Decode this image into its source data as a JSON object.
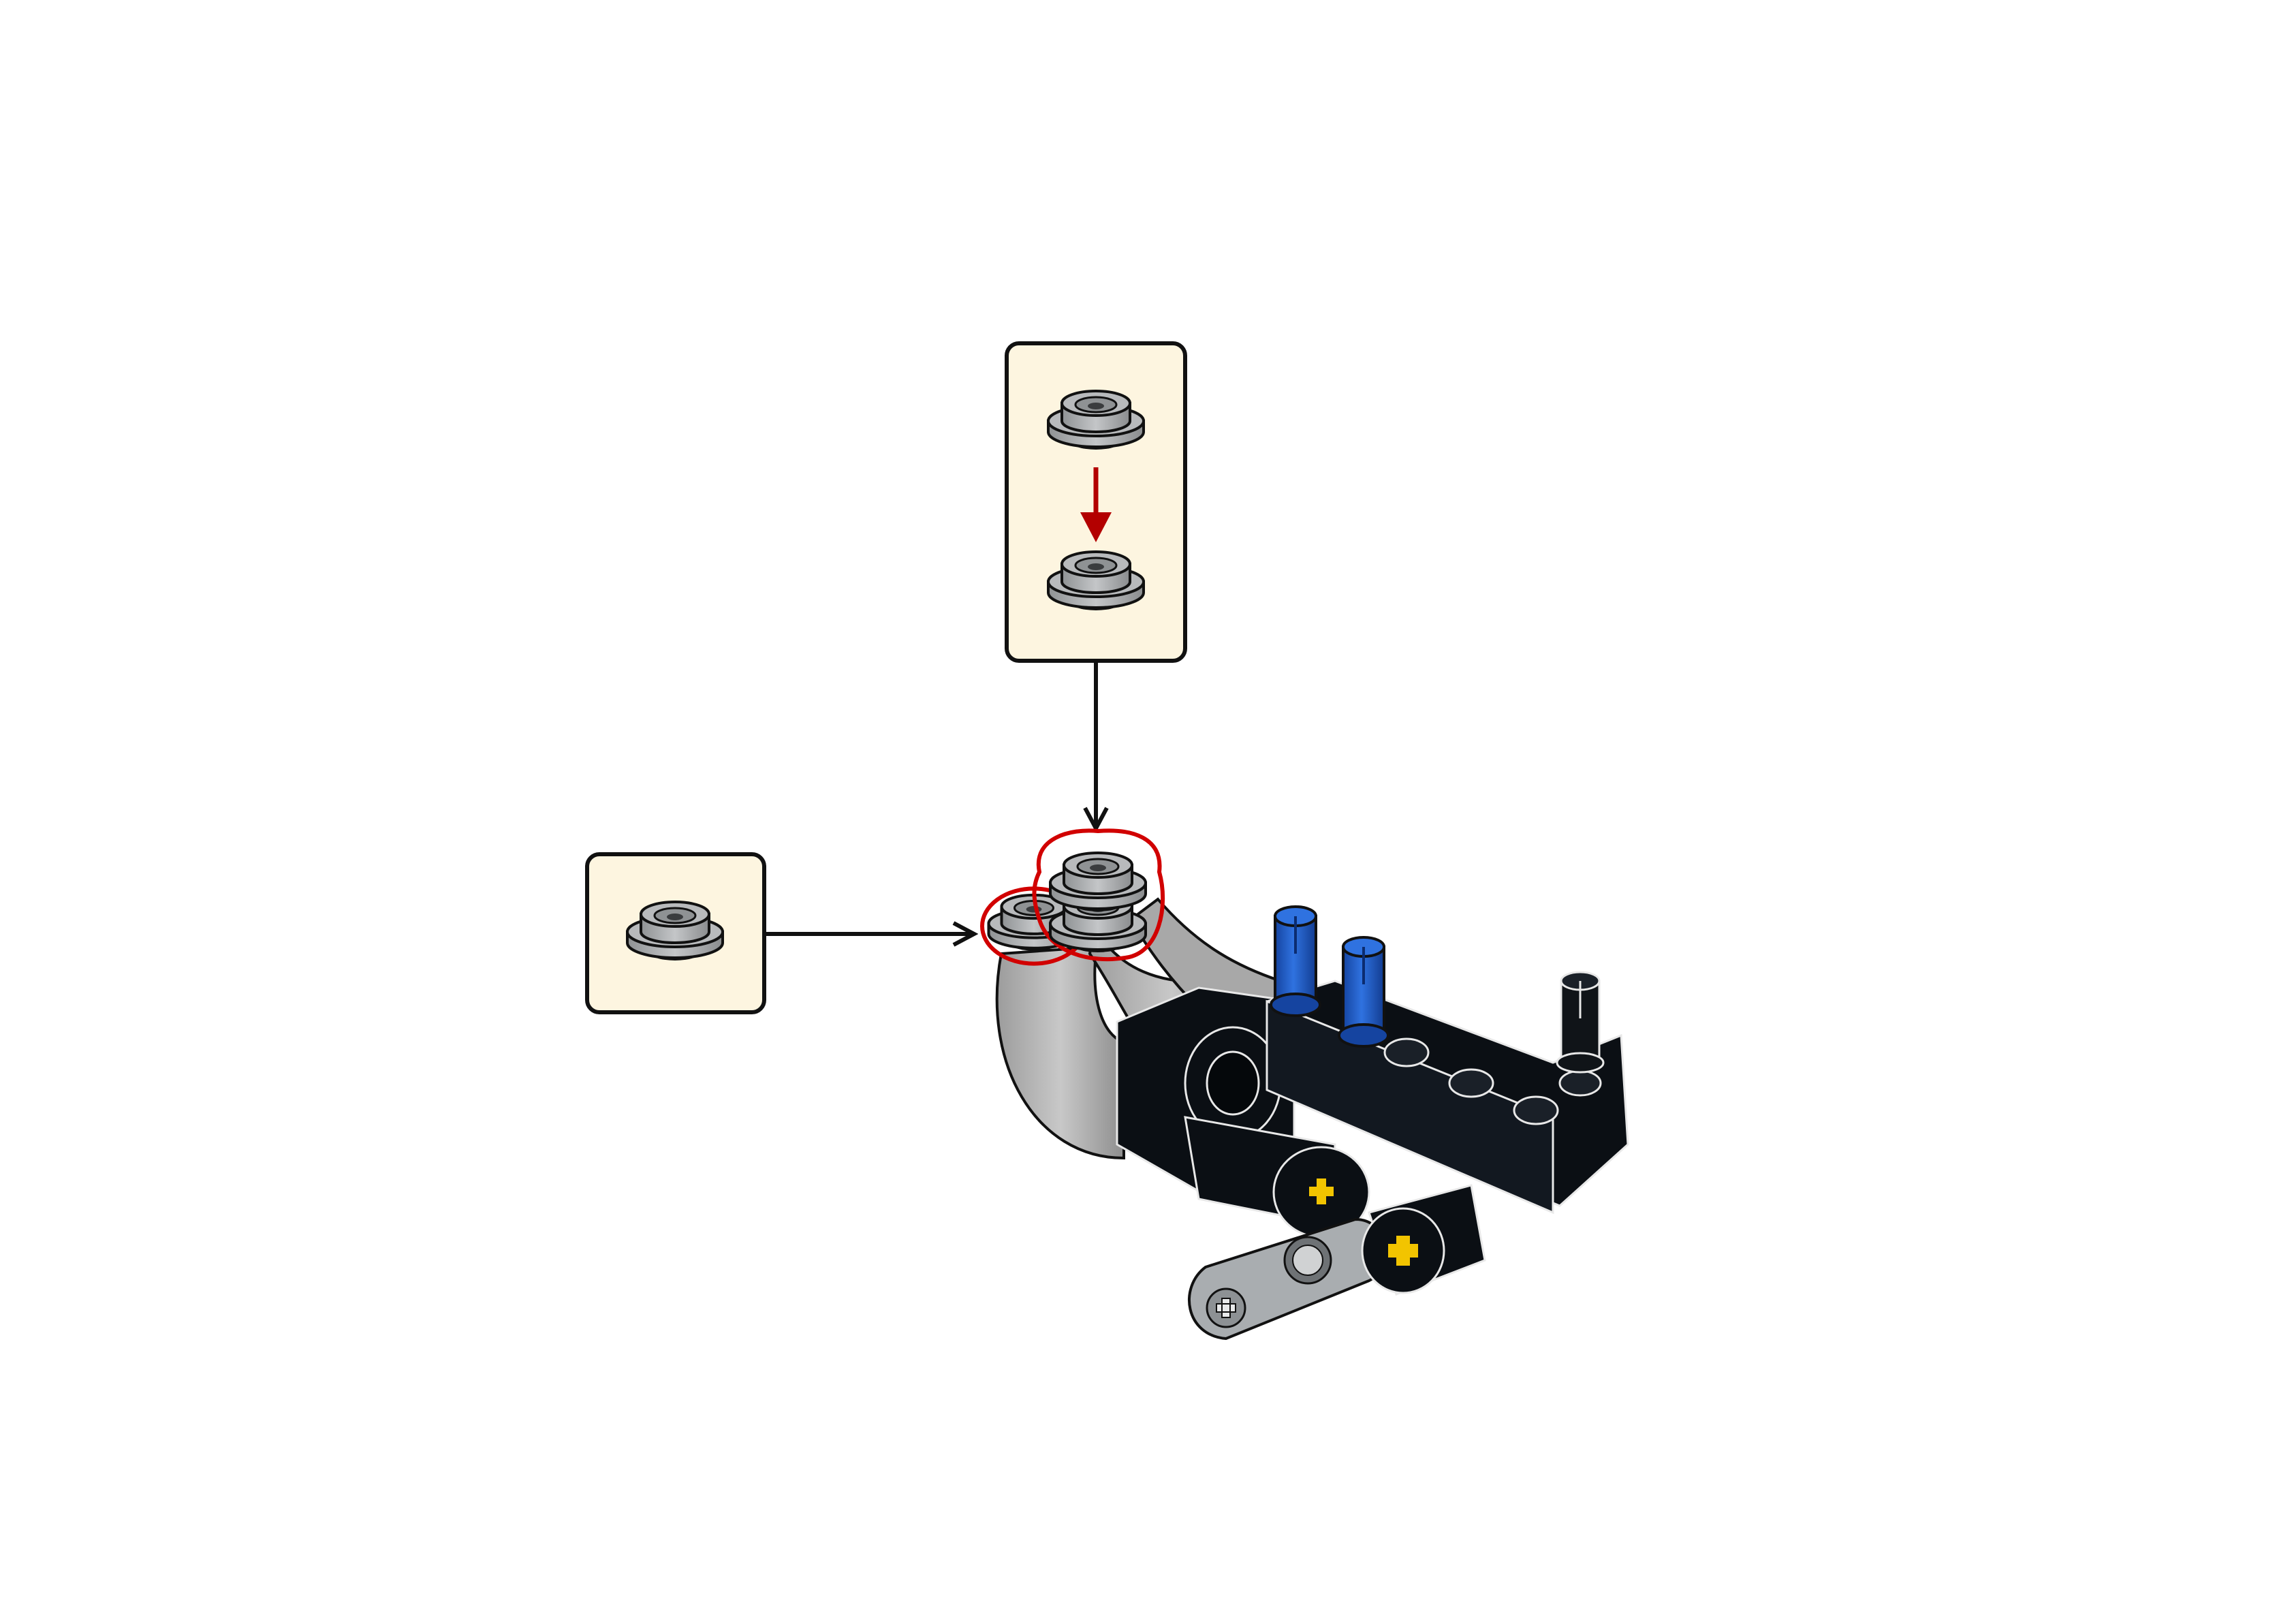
{
  "page": {
    "background": "#ffffff"
  },
  "callouts": {
    "fill": "#fdf5e0",
    "border": "#111111",
    "top_callout": {
      "parts": [
        "bush-light-gray",
        "bush-light-gray"
      ],
      "inner_arrow_color": "#b30000"
    },
    "left_callout": {
      "parts": [
        "bush-light-gray"
      ]
    }
  },
  "assembly": {
    "highlight_color": "#d10000",
    "colors": {
      "hose": "#b5b5b5",
      "frame": "#0b0f14",
      "pin_blue": "#1e5cc8",
      "pin_black": "#101418",
      "axle_yellow": "#f2c400",
      "beam_gray": "#a9adb0",
      "bush": "#b8babc"
    }
  },
  "arrows": {
    "color": "#111111"
  }
}
